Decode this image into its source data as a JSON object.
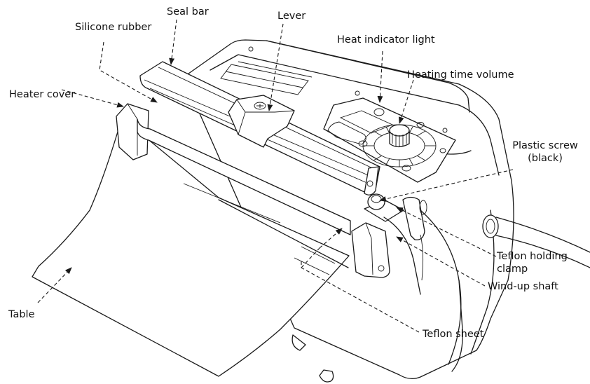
{
  "labels": {
    "seal_bar": "Seal bar",
    "silicone_rubber": "Silicone rubber",
    "lever": "Lever",
    "heat_indicator_light": "Heat indicator light",
    "heating_time_volume": "Heating time volume",
    "heater_cover": "Heater cover",
    "plastic_screw_line1": "Plastic screw",
    "plastic_screw_line2": "(black)",
    "teflon_holding_clamp_line1": "Teflon holding",
    "teflon_holding_clamp_line2": "clamp",
    "wind_up_shaft": "Wind-up shaft",
    "table": "Table",
    "teflon_sheet": "Teflon sheet"
  }
}
